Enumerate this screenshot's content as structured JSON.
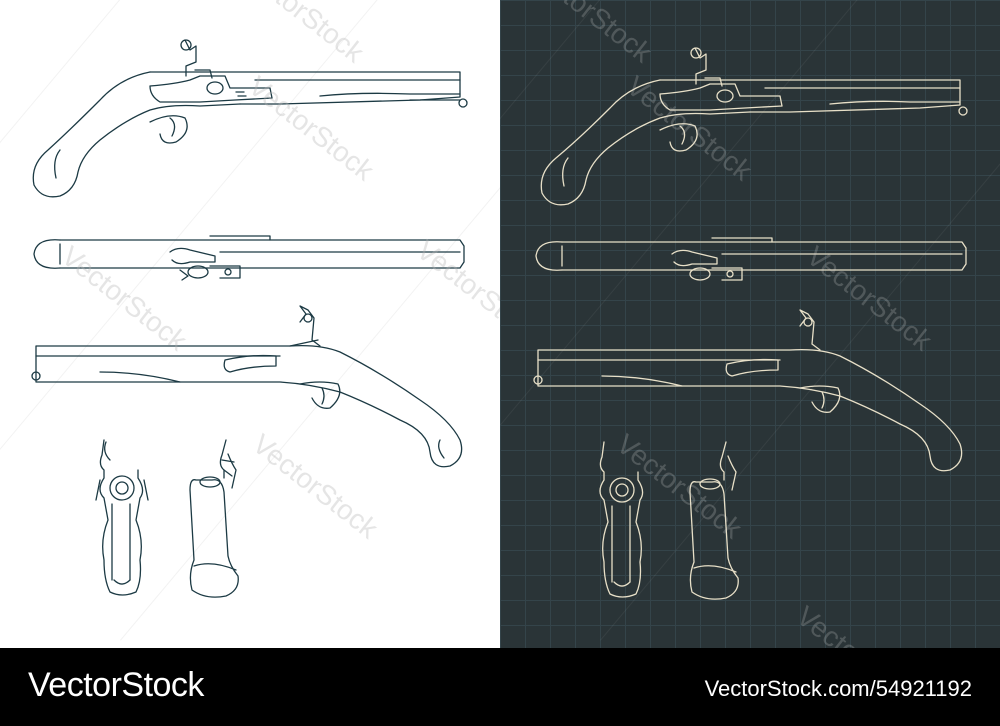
{
  "watermark": {
    "text": "VectorStock"
  },
  "footer": {
    "brand": "VectorStock",
    "id_text": "VectorStock.com/54921192"
  },
  "colors": {
    "light_bg": "#ffffff",
    "light_stroke": "#1c3a44",
    "dark_bg": "#2a3437",
    "dark_stroke": "#e8e0c8",
    "footer_bg": "#000000"
  },
  "views": [
    "side-view-right",
    "top-view",
    "side-view-left",
    "front-view",
    "rear-view"
  ]
}
